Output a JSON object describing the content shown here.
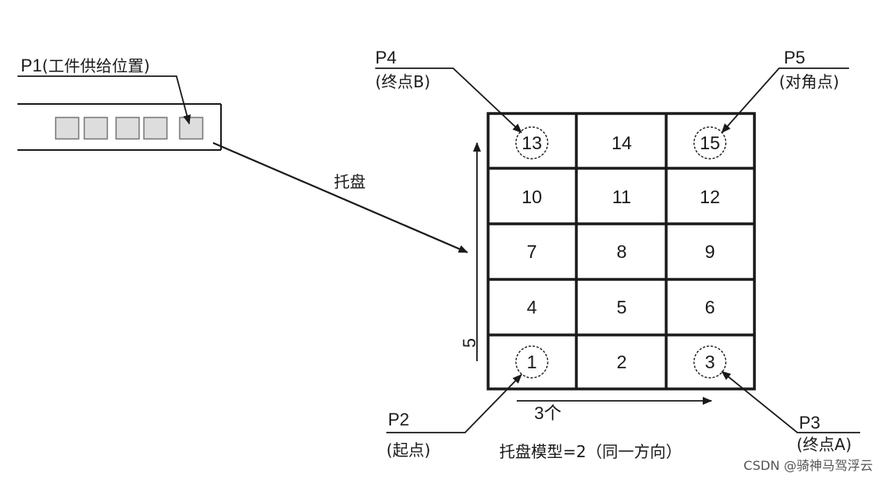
{
  "points": {
    "p1": {
      "name": "P1",
      "desc": "(工件供给位置)"
    },
    "p2": {
      "name": "P2",
      "desc": "(起点)"
    },
    "p3": {
      "name": "P3",
      "desc": "(终点A)"
    },
    "p4": {
      "name": "P4",
      "desc": "(终点B)"
    },
    "p5": {
      "name": "P5",
      "desc": "(对角点)"
    }
  },
  "conveyor_label": "托盘",
  "grid": {
    "columns": 3,
    "rows": 5,
    "cells": [
      "1",
      "2",
      "3",
      "4",
      "5",
      "6",
      "7",
      "8",
      "9",
      "10",
      "11",
      "12",
      "13",
      "14",
      "15"
    ],
    "circled": [
      "1",
      "3",
      "13",
      "15"
    ]
  },
  "col_count_label": "3个",
  "row_count_label": "5",
  "caption": "托盘模型=2（同一方向）",
  "watermark": "CSDN @骑神马驾浮云"
}
